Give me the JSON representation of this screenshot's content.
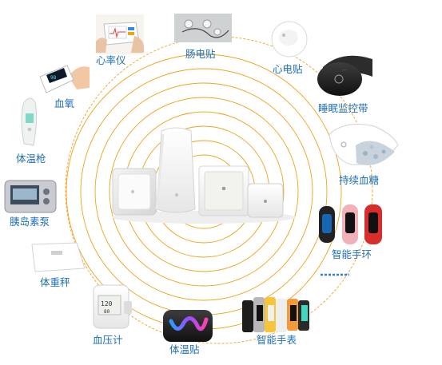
{
  "colors": {
    "label": "#1f6fb8",
    "rings": "#f0a21c",
    "dots": "#3a7fd0"
  },
  "devices": [
    {
      "id": "ecg-monitor",
      "label": "心率仪",
      "icon": "handheld-ecg-monitor-icon"
    },
    {
      "id": "intestinal-patch",
      "label": "肠电贴",
      "icon": "electrode-patch-icon"
    },
    {
      "id": "ecg-patch",
      "label": "心电贴",
      "icon": "round-ecg-patch-icon"
    },
    {
      "id": "sleep-band",
      "label": "睡眠监控带",
      "icon": "sleep-band-icon"
    },
    {
      "id": "cgm",
      "label": "持续血糖",
      "icon": "glucose-sensor-icon"
    },
    {
      "id": "smart-band",
      "label": "智能手环",
      "icon": "fitness-band-icon"
    },
    {
      "id": "smart-watch",
      "label": "智能手表",
      "icon": "smartwatch-icon"
    },
    {
      "id": "temp-patch",
      "label": "体温贴",
      "icon": "temperature-patch-icon"
    },
    {
      "id": "bp-monitor",
      "label": "血压计",
      "icon": "blood-pressure-monitor-icon"
    },
    {
      "id": "scale",
      "label": "体重秤",
      "icon": "body-scale-icon"
    },
    {
      "id": "insulin-pump",
      "label": "胰岛素泵",
      "icon": "insulin-pump-icon"
    },
    {
      "id": "thermometer",
      "label": "体温枪",
      "icon": "thermometer-gun-icon"
    },
    {
      "id": "oximeter",
      "label": "血氧",
      "icon": "pulse-oximeter-icon"
    }
  ],
  "more_indicator": "……",
  "hub": {
    "icon": "gateway-hub-icon"
  }
}
